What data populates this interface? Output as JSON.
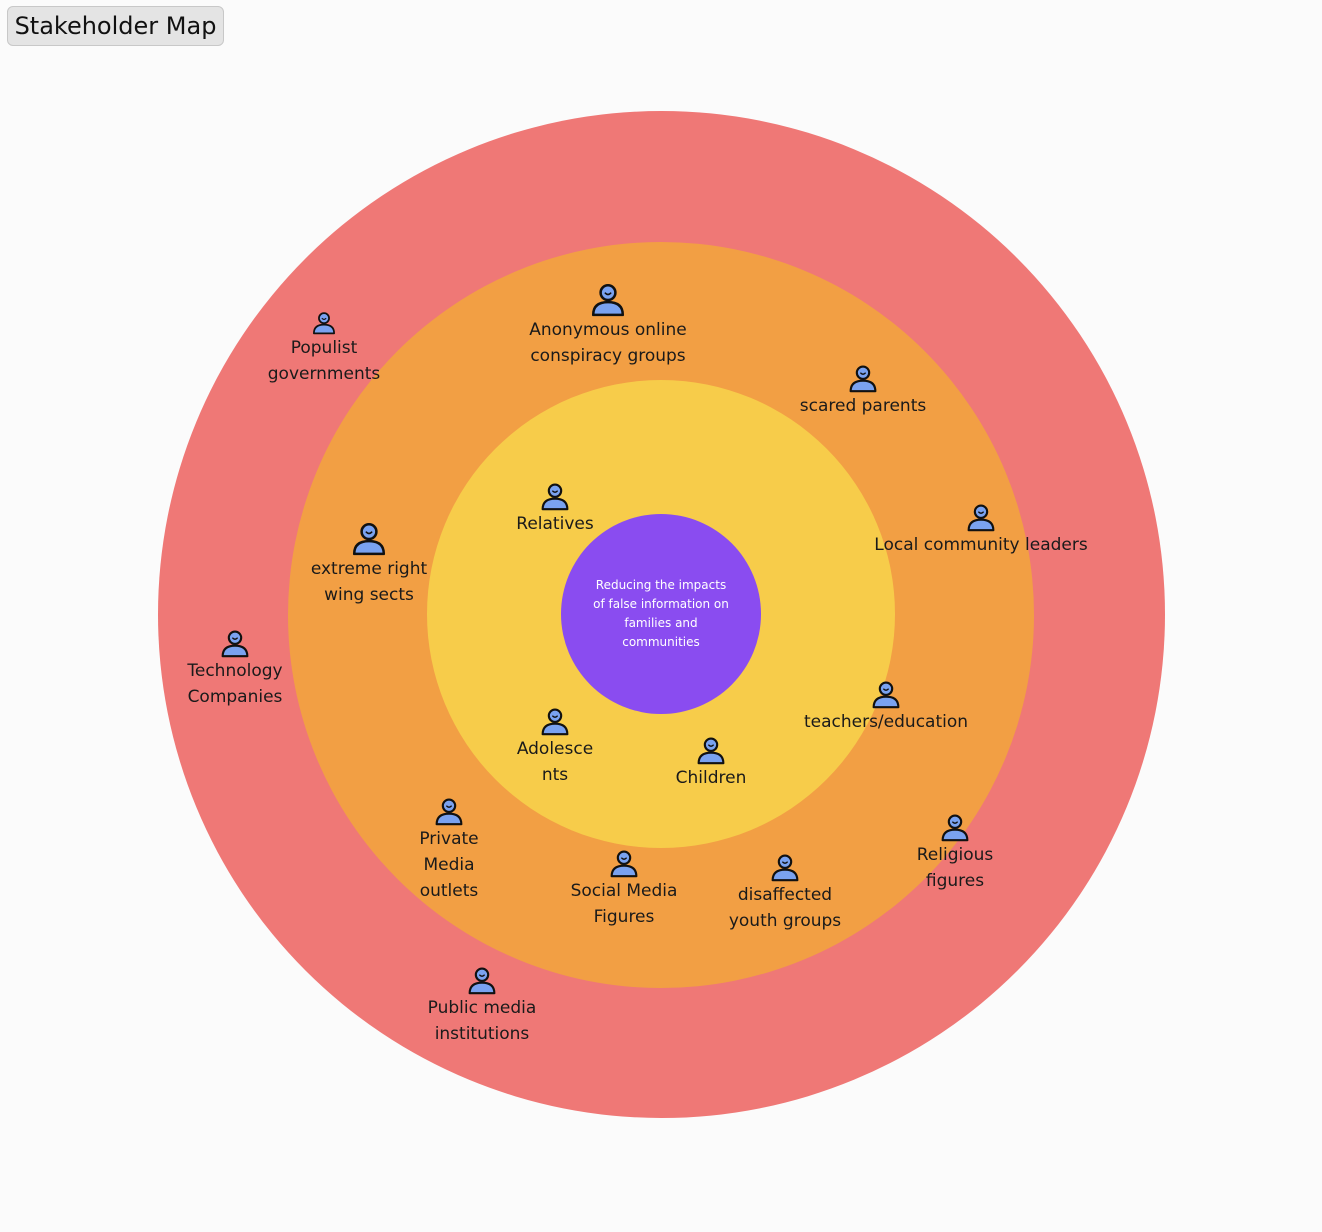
{
  "title": "Stakeholder Map",
  "colors": {
    "background": "#fbfbfb",
    "outer_ring": "#ef7876",
    "middle_ring": "#f29f44",
    "inner_ring": "#f7cc4a",
    "core": "#8a4cf0",
    "person_icon_fill": "#7aa2f0",
    "person_icon_stroke": "#111111"
  },
  "core": {
    "label": "Reducing the impacts of false information on families and communities"
  },
  "stakeholders": {
    "relatives": {
      "label": "Relatives",
      "icon": "person-icon"
    },
    "adolescents": {
      "label": "Adolesce\nnts",
      "icon": "person-icon"
    },
    "children": {
      "label": "Children",
      "icon": "person-icon"
    },
    "anonymous_groups": {
      "label": "Anonymous online\nconspiracy groups",
      "icon": "person-icon"
    },
    "scared_parents": {
      "label": "scared parents",
      "icon": "person-icon"
    },
    "local_leaders": {
      "label": "Local community leaders",
      "icon": "person-icon"
    },
    "extreme_right": {
      "label": "extreme right\nwing sects",
      "icon": "person-icon"
    },
    "teachers": {
      "label": "teachers/education",
      "icon": "person-icon"
    },
    "private_media": {
      "label": "Private\nMedia\noutlets",
      "icon": "person-icon"
    },
    "social_media": {
      "label": "Social Media\nFigures",
      "icon": "person-icon"
    },
    "disaffected_youth": {
      "label": "disaffected\nyouth groups",
      "icon": "person-icon"
    },
    "populist_gov": {
      "label": "Populist\ngovernments",
      "icon": "person-icon"
    },
    "tech_companies": {
      "label": "Technology\nCompanies",
      "icon": "person-icon"
    },
    "religious": {
      "label": "Religious\nfigures",
      "icon": "person-icon"
    },
    "public_media": {
      "label": "Public media\ninstitutions",
      "icon": "person-icon"
    }
  }
}
